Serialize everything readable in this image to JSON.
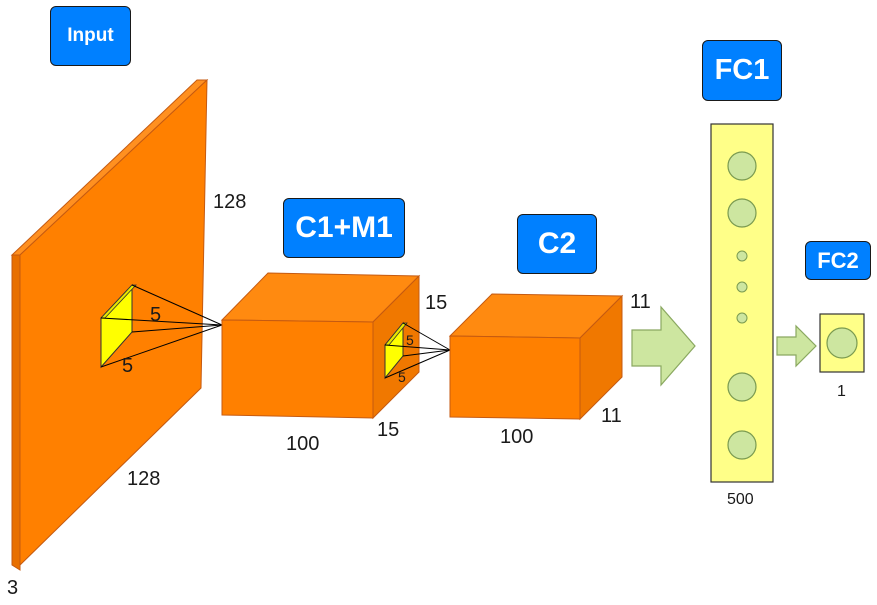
{
  "labels": {
    "input": "Input",
    "c1m1": "C1+M1",
    "c2": "C2",
    "fc1": "FC1",
    "fc2": "FC2"
  },
  "dims": {
    "input_height": "128",
    "input_width": "128",
    "input_depth": "3",
    "kernel1_a": "5",
    "kernel1_b": "5",
    "c1m1_height": "15",
    "c1m1_width": "15",
    "c1m1_depth": "100",
    "kernel2_a": "5",
    "kernel2_b": "5",
    "c2_height": "11",
    "c2_width": "11",
    "c2_depth": "100",
    "fc1_units": "500",
    "fc2_units": "1"
  },
  "colors": {
    "block_fill": "#ff8000",
    "block_stroke": "#c55a11",
    "kernel_fill": "#ffff00",
    "label_fill": "#0080ff",
    "label_text": "#ffffff",
    "fc_fill": "#ffff88",
    "neuron_fill": "#cde6a0",
    "neuron_stroke": "#7a9a50",
    "arrow_fill": "#cde6a0",
    "arrow_stroke": "#8aa860"
  }
}
